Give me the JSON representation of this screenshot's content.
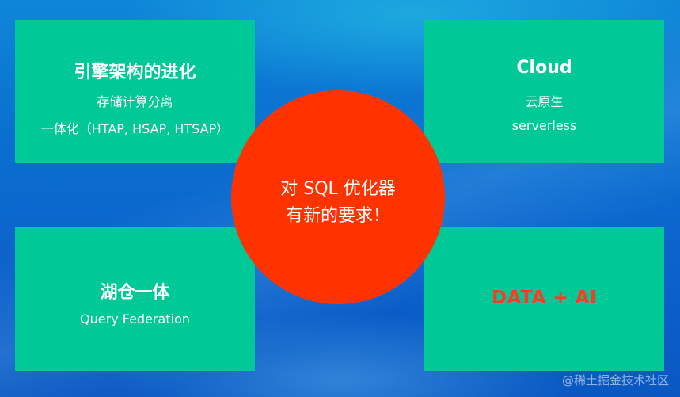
{
  "cards": {
    "top_left": {
      "title": "引擎架构的进化",
      "line1": "存储计算分离",
      "line2": "一体化（HTAP, HSAP, HTSAP）"
    },
    "top_right": {
      "title": "Cloud",
      "line1": "云原生",
      "line2": "serverless"
    },
    "bottom_left": {
      "title": "湖仓一体",
      "line1": "Query Federation"
    },
    "bottom_right": {
      "title": "DATA + AI"
    }
  },
  "center": {
    "line1": "对 SQL 优化器",
    "line2": "有新的要求！"
  },
  "watermark": "@稀土掘金技术社区",
  "colors": {
    "card": "#00c896",
    "circle": "#ff3300",
    "data_ai_text": "#ff3b1f",
    "background": "#0c63cc"
  }
}
